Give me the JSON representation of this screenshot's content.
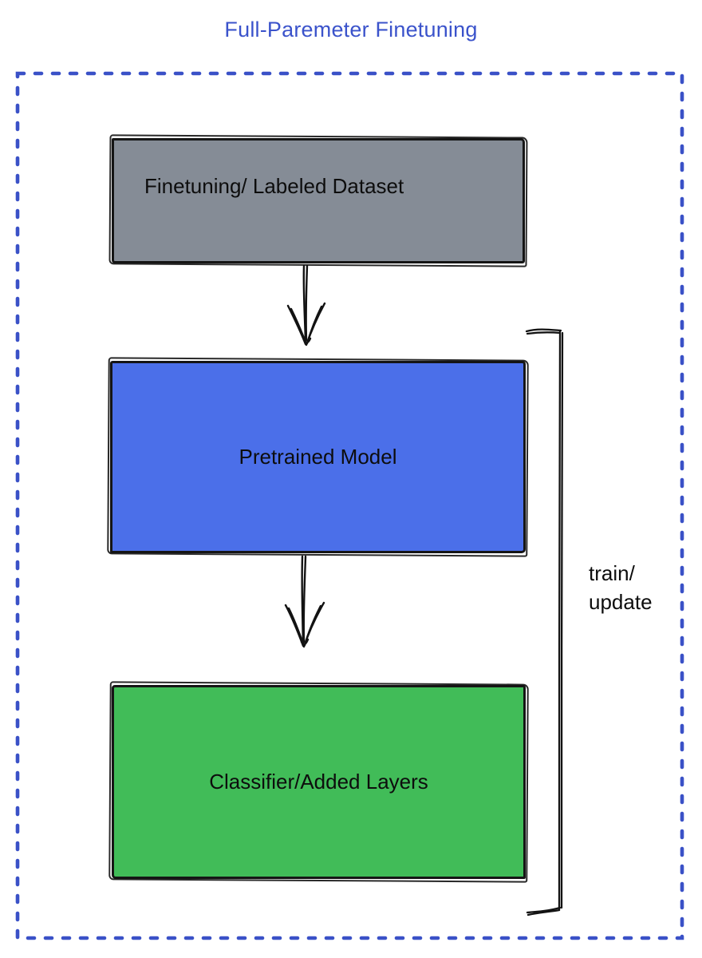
{
  "title": "Full-Paremeter Finetuning",
  "colors": {
    "title_text": "#3b53cb",
    "dashed_border": "#3a51c7",
    "dataset_box_fill": "#858c96",
    "pretrained_box_fill": "#4b6fe9",
    "classifier_box_fill": "#41bc58",
    "stroke": "#151515"
  },
  "diagram": {
    "nodes": [
      {
        "id": "dataset",
        "label": "Finetuning/ Labeled Dataset",
        "fill": "#858c96"
      },
      {
        "id": "pretrained",
        "label": "Pretrained Model",
        "fill": "#4b6fe9"
      },
      {
        "id": "classifier",
        "label": "Classifier/Added Layers",
        "fill": "#41bc58"
      }
    ],
    "edges": [
      {
        "from": "dataset",
        "to": "pretrained",
        "type": "arrow-down"
      },
      {
        "from": "pretrained",
        "to": "classifier",
        "type": "arrow-down"
      }
    ],
    "bracket": {
      "lines": [
        "train/",
        "update"
      ],
      "spans": "pretrained + classifier"
    }
  }
}
